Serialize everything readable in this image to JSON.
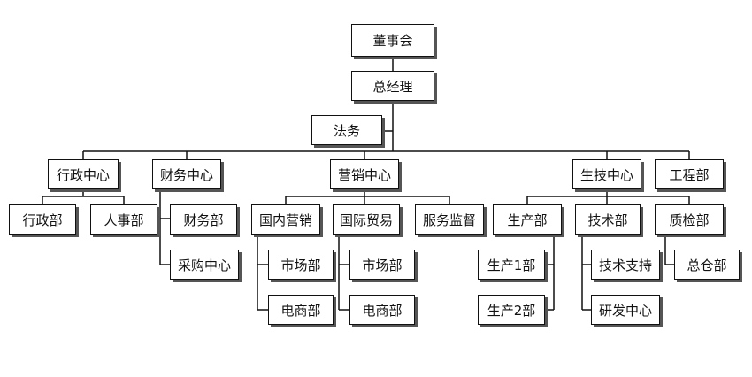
{
  "org_chart": {
    "board": "董事会",
    "general_manager": "总经理",
    "legal": "法务",
    "admin_center": "行政中心",
    "admin_dept": "行政部",
    "hr_dept": "人事部",
    "finance_center": "财务中心",
    "finance_dept": "财务部",
    "procurement_center": "采购中心",
    "marketing_center": "营销中心",
    "domestic_marketing": "国内营销",
    "domestic_market_dept": "市场部",
    "domestic_ecommerce_dept": "电商部",
    "intl_trade": "国际贸易",
    "intl_market_dept": "市场部",
    "intl_ecommerce_dept": "电商部",
    "service_supervision": "服务监督",
    "production_tech_center": "生技中心",
    "production_dept": "生产部",
    "production_1": "生产1部",
    "production_2": "生产2部",
    "tech_dept": "技术部",
    "tech_support": "技术支持",
    "rd_center": "研发中心",
    "qc_dept": "质检部",
    "warehouse": "总仓部",
    "engineering_dept": "工程部"
  }
}
